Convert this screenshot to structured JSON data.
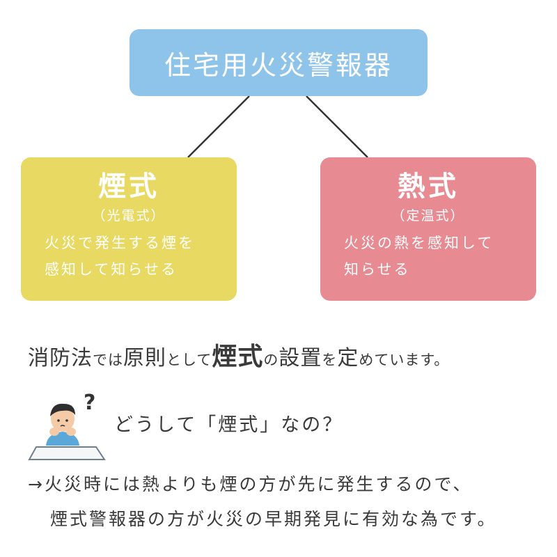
{
  "diagram": {
    "root": {
      "label": "住宅用火災警報器",
      "color": "#8ec4ea"
    },
    "children": [
      {
        "title": "煙式",
        "subtitle": "（光電式）",
        "desc_line1": "火災で発生する煙を",
        "desc_line2": "感知して知らせる",
        "color": "#e8d962"
      },
      {
        "title": "熱式",
        "subtitle": "（定温式）",
        "desc_line1": "火災の熱を感知して",
        "desc_line2": "知らせる",
        "color": "#e88a92"
      }
    ]
  },
  "statement": {
    "part1": "消防法",
    "part2": "では",
    "part3": "原則",
    "part4": "として",
    "emphasis": "煙式",
    "part5": "の",
    "part6": "設置",
    "part7": "を",
    "part8": "定",
    "part9": "めています。"
  },
  "question": {
    "text": "どうして「煙式」なの？",
    "icon": "person-thinking-icon"
  },
  "answer": {
    "line1": "→火災時には熱よりも煙の方が先に発生するので、",
    "line2": "煙式警報器の方が火災の早期発見に有効な為です。"
  }
}
